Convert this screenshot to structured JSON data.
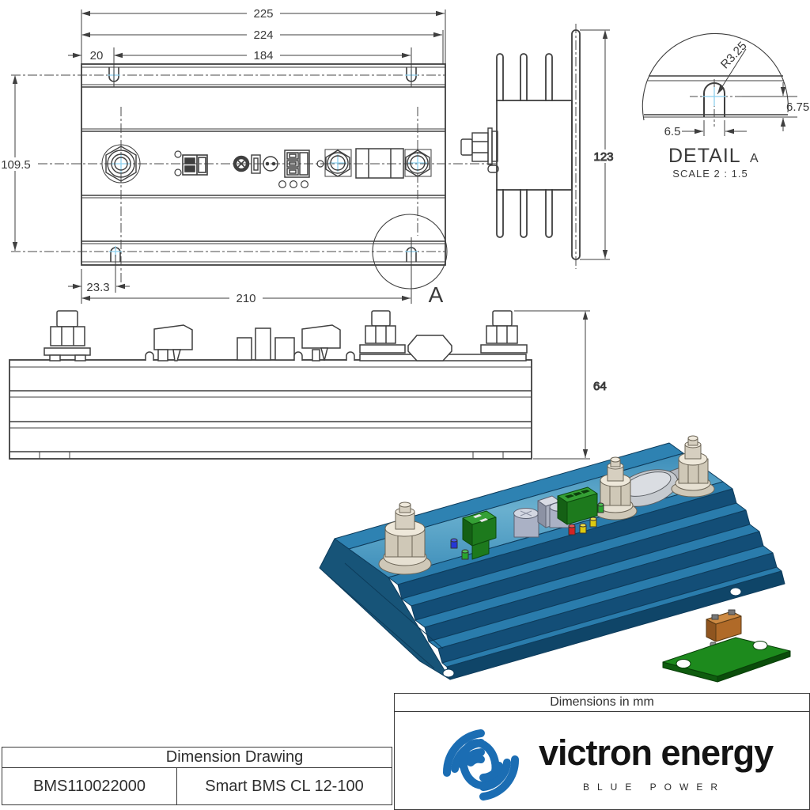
{
  "colors": {
    "line": "#3f3f3f",
    "centerline_accent": "#8ed1ef",
    "victron_blue": "#1b6db3",
    "heatsink_deck": "#4d9cc2",
    "heatsink_front": "#134e77",
    "pcb_green": "#1d8a1d",
    "fuse_orange": "#c87a36"
  },
  "top_view": {
    "dim_width_outer": "225",
    "dim_width_inner": "224",
    "dim_slot_span": "184",
    "dim_slot_offset": "20",
    "dim_height_slots": "109.5",
    "dim_bottom_slot_offset": "23.3",
    "dim_bottom_span": "210",
    "detail_marker": "A"
  },
  "side_view": {
    "dim_height": "123"
  },
  "front_view": {
    "dim_height": "64"
  },
  "detail_view": {
    "title": "DETAIL",
    "marker": "A",
    "scale_note": "SCALE 2 : 1.5",
    "dim_radius": "R3.25",
    "dim_edge_distance": "6.75",
    "dim_slot_width": "6.5"
  },
  "title_block": {
    "header": "Dimension Drawing",
    "part_number": "BMS110022000",
    "product_name": "Smart BMS CL 12-100"
  },
  "footer": {
    "units_note": "Dimensions in mm",
    "brand": "victron energy",
    "tagline": "BLUE POWER"
  }
}
